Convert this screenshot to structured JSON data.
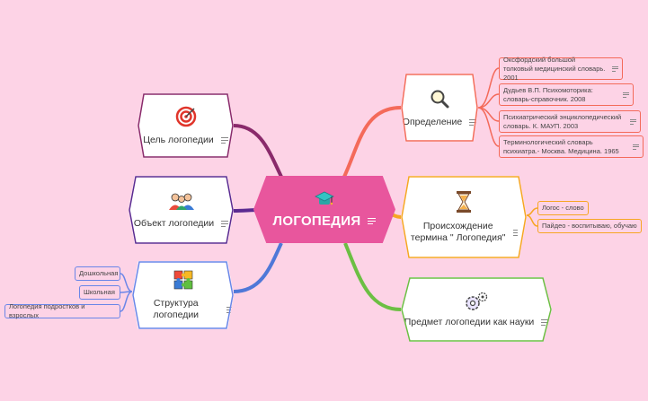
{
  "root": {
    "label": "ЛОГОПЕДИЯ",
    "icon": "graduation-cap-icon"
  },
  "colors": {
    "background": "#fdd3e6",
    "root": "#e8569d",
    "definition": "#f46a5a",
    "origin": "#f6a623",
    "subject": "#6cbf43",
    "goal": "#8a2a6b",
    "object": "#5b2a91",
    "structure": "#4f78d8"
  },
  "branches": {
    "definition": {
      "label": "Определение",
      "icon": "magnifier-icon",
      "children": [
        "Оксфордский большой толковый медицинский словарь. 2001",
        "Дудьев В.П. Психомоторика: словарь-справочник. 2008",
        " Психиатрический энциклопедический словарь. К. МАУП. 2003",
        "Терминологический словарь психиатра.- Москва. Медицина. 1965"
      ]
    },
    "origin": {
      "label": "Происхождение термина \" Логопедия\"",
      "icon": "hourglass-icon",
      "children": [
        "Логос - слово",
        "Пайдео - воспитываю, обучаю"
      ]
    },
    "subject": {
      "label": "Предмет логопедии как науки",
      "icon": "gears-icon"
    },
    "goal": {
      "label": "Цель логопедии",
      "icon": "target-icon"
    },
    "object": {
      "label": "Объект логопедии",
      "icon": "people-icon"
    },
    "structure": {
      "label": "Структура логопедии",
      "icon": "puzzle-icon",
      "children": [
        "Дошкольная",
        "Школьная",
        "Логопедия подростков и взрослых"
      ]
    }
  }
}
